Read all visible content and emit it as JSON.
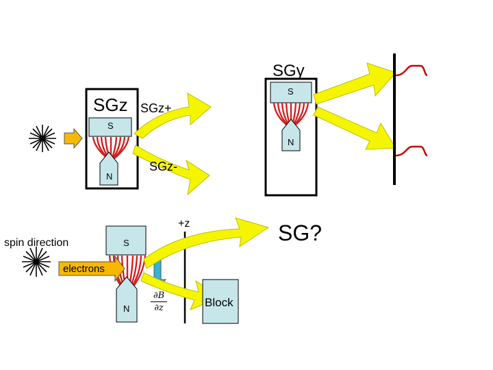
{
  "sgz": {
    "title": "SGz",
    "plus_label": "SGz+",
    "minus_label": "SGz-",
    "south": "S",
    "north": "N"
  },
  "sgy": {
    "title": "SGy",
    "south": "S",
    "north": "N"
  },
  "bottom": {
    "spin_direction": "spin direction",
    "electrons": "electrons",
    "south": "S",
    "north": "N",
    "plus_z": "+z",
    "question": "SG?",
    "block": "Block",
    "gradient_top": "∂B",
    "gradient_bottom": "∂z"
  },
  "colors": {
    "magnet_fill": "#c6e6ea",
    "field_lines": "#d32020",
    "beam": "#f5f500",
    "input_arrow": "#f7b800",
    "gradient_arrow": "#33b3d6",
    "screen_peaks": "#cc0000"
  }
}
